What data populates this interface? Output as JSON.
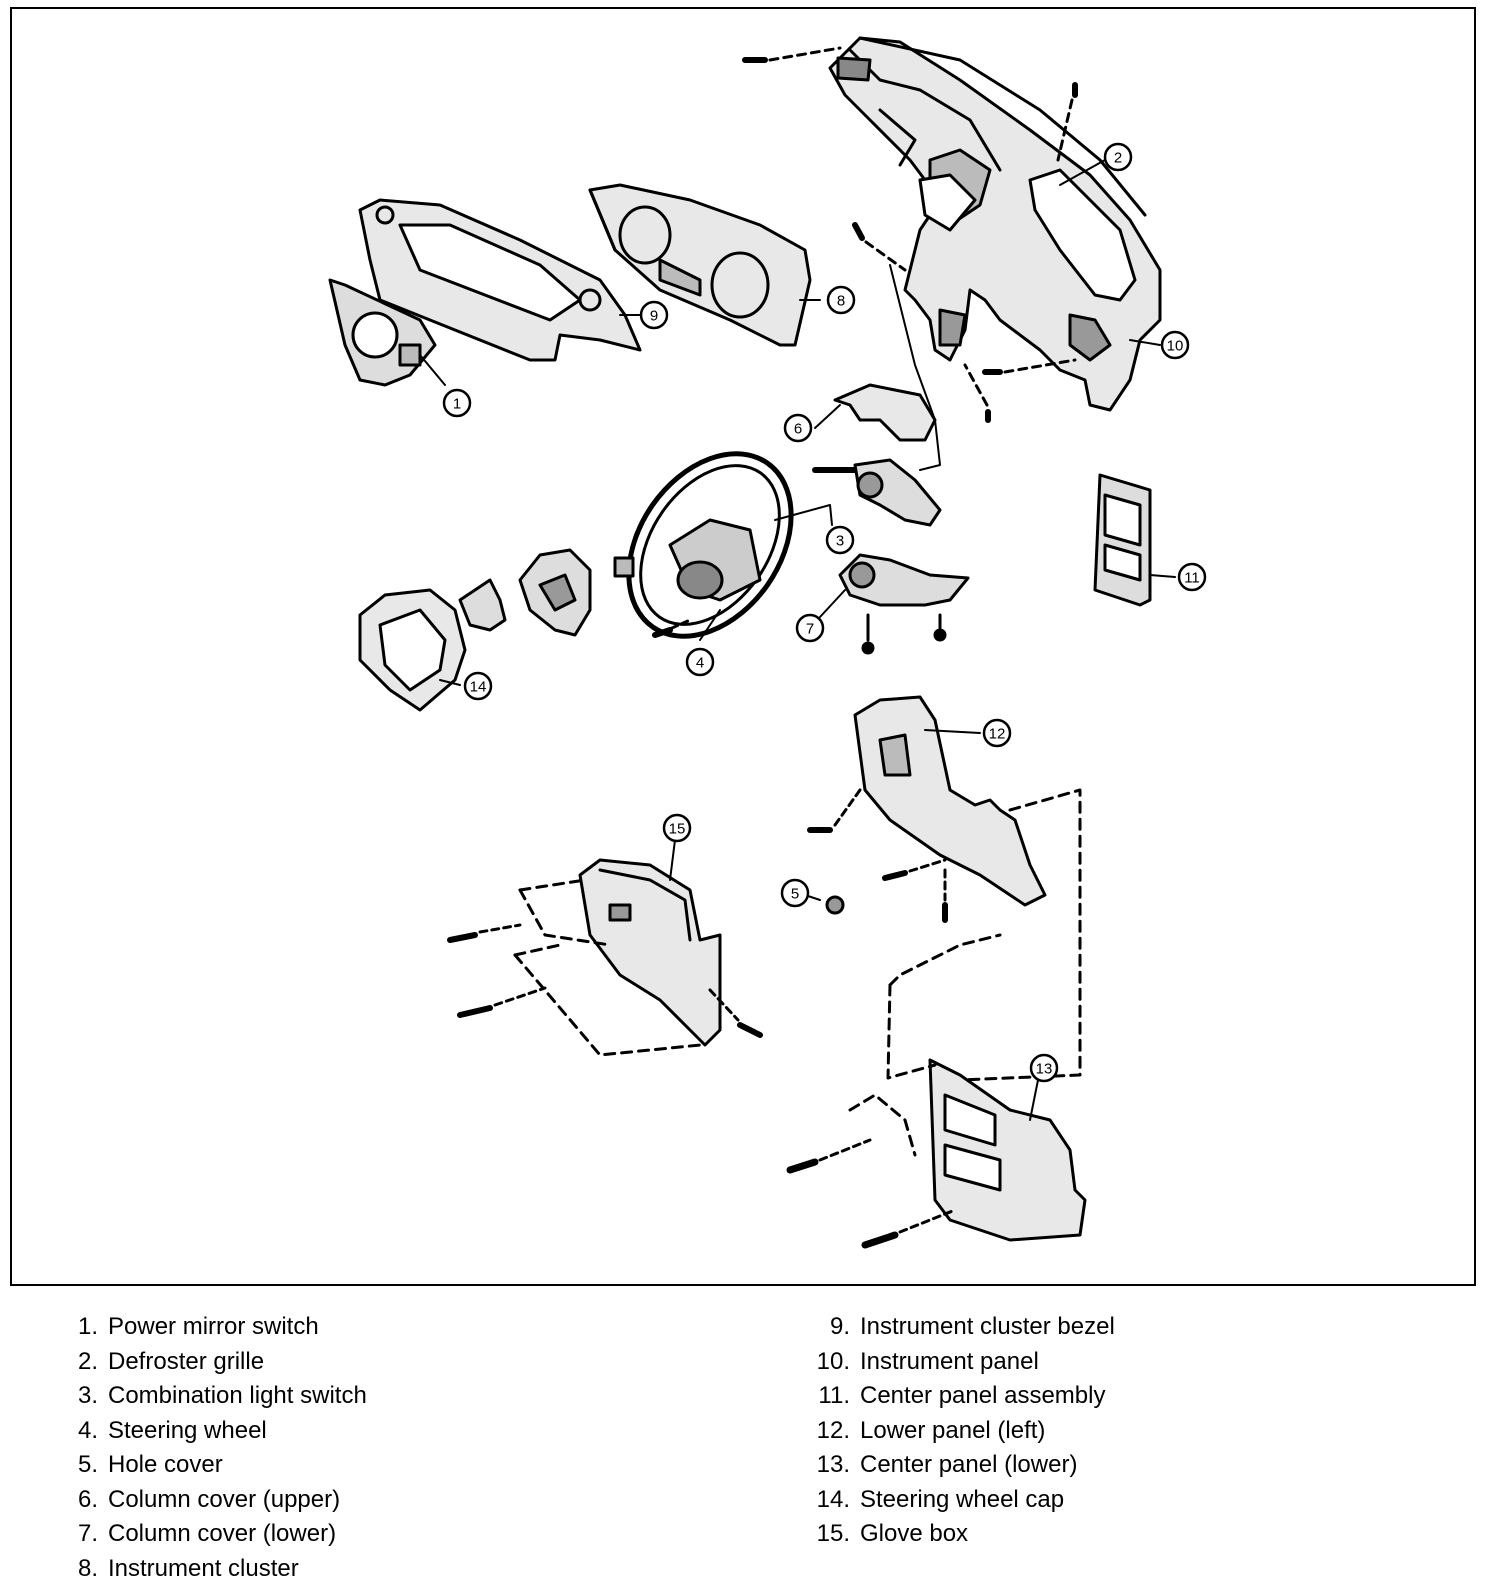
{
  "callouts": [
    {
      "number": "1"
    },
    {
      "number": "2"
    },
    {
      "number": "3"
    },
    {
      "number": "4"
    },
    {
      "number": "5"
    },
    {
      "number": "6"
    },
    {
      "number": "7"
    },
    {
      "number": "8"
    },
    {
      "number": "9"
    },
    {
      "number": "10"
    },
    {
      "number": "11"
    },
    {
      "number": "12"
    },
    {
      "number": "13"
    },
    {
      "number": "14"
    },
    {
      "number": "15"
    }
  ],
  "legend": {
    "left": [
      {
        "number": "1.",
        "label": "Power mirror switch"
      },
      {
        "number": "2.",
        "label": "Defroster grille"
      },
      {
        "number": "3.",
        "label": "Combination light switch"
      },
      {
        "number": "4.",
        "label": "Steering wheel"
      },
      {
        "number": "5.",
        "label": "Hole cover"
      },
      {
        "number": "6.",
        "label": "Column cover (upper)"
      },
      {
        "number": "7.",
        "label": "Column cover (lower)"
      },
      {
        "number": "8.",
        "label": "Instrument cluster"
      }
    ],
    "right": [
      {
        "number": "9.",
        "label": "Instrument cluster bezel"
      },
      {
        "number": "10.",
        "label": "Instrument panel"
      },
      {
        "number": "11.",
        "label": "Center panel assembly"
      },
      {
        "number": "12.",
        "label": "Lower panel (left)"
      },
      {
        "number": "13.",
        "label": "Center panel (lower)"
      },
      {
        "number": "14.",
        "label": "Steering wheel cap"
      },
      {
        "number": "15.",
        "label": "Glove box"
      }
    ]
  }
}
